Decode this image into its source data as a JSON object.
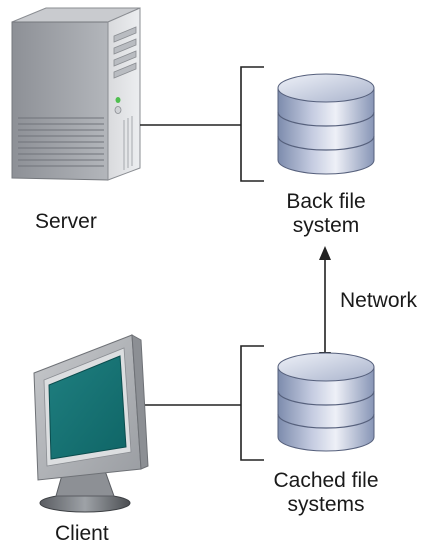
{
  "server": {
    "label": "Server"
  },
  "client": {
    "label": "Client"
  },
  "back_fs": {
    "line1": "Back file",
    "line2": "system"
  },
  "cached_fs": {
    "line1": "Cached file",
    "line2": "systems"
  },
  "network": {
    "label": "Network"
  }
}
